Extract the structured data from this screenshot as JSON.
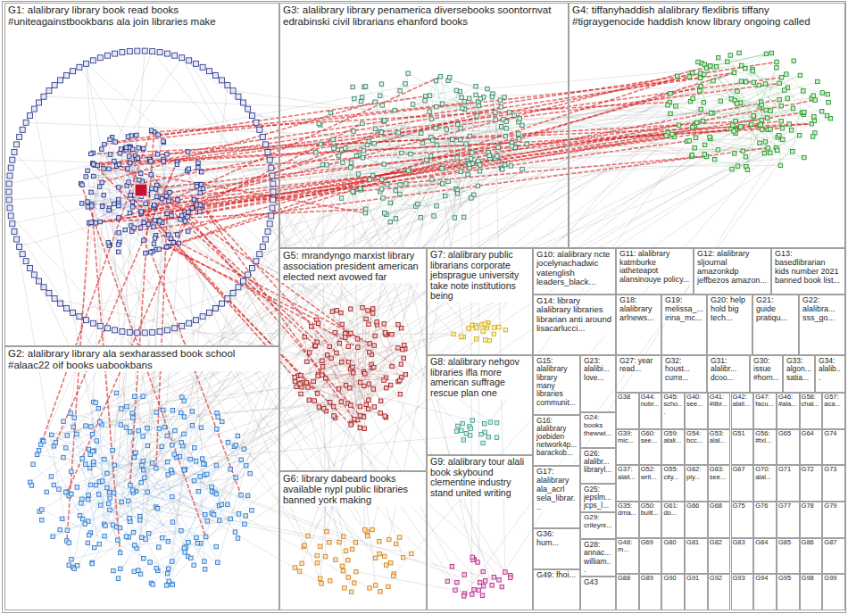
{
  "diagram": {
    "nodes": [
      {
        "text": [
          "G1: alalibrary library book read books #uniteagainstbookbans ala join libraries make"
        ]
      },
      {
        "text": [
          "G2: alalibrary library ala sexharassed book school #alaac22 oif books uabookbans"
        ]
      },
      {
        "text": [
          "G3: alalibrary library penamerica diversebooks soontornvat edrabinski civil librarians ehanford books"
        ]
      },
      {
        "text": [
          "G4: tiffanyhaddish alalibrary flexlibris tiffany #tigraygenocide haddish know library ongoing called"
        ]
      },
      {
        "text": [
          "G5: mrandyngo marxist library association president american elected next avowed far"
        ]
      },
      {
        "text": [
          "G6: library dabeard books available nypl public libraries banned york making"
        ]
      },
      {
        "text": [
          "G7: alalibrary public librarians corporate jebsprague university take note institutions being"
        ]
      },
      {
        "text": [
          "G8: alalibrary nehgov libraries ifla more american suffrage rescue plan one"
        ]
      },
      {
        "text": [
          "G9: alalibrary tour alali book skybound clementine industry stand united writing"
        ]
      },
      {
        "text": [
          "G10: alalibrary ncte jocelynachadwic vatenglish leaders_black..."
        ]
      },
      {
        "text": [
          "G11: alalibrary katmburke iatheteapot alansinouye policy..."
        ]
      },
      {
        "text": [
          "G12: alalibrary sljournal amazonkdp jeffbezos amazon..."
        ]
      },
      {
        "text": [
          "G13: basedlibrarian kids number 2021 banned book list..."
        ]
      },
      {
        "text": [
          "G14: library alalibrary libraries librarian anti around lisacarlucci..."
        ]
      },
      {
        "text": [
          "G18: alalibrary arlnews..."
        ]
      },
      {
        "text": [
          "G19: melissa_... irina_mc..."
        ]
      },
      {
        "text": [
          "G20: help hold big tech..."
        ]
      },
      {
        "text": [
          "G21: guide pratiqu..."
        ]
      },
      {
        "text": [
          "G22: alalibra... sss_go..."
        ]
      },
      {
        "text": [
          "G15: alalibrary library many libraries communit..."
        ]
      },
      {
        "text": [
          "G23: alalibi... love..."
        ]
      },
      {
        "text": [
          "G16: alalibrary joebiden network4p... barackob..."
        ]
      },
      {
        "text": [
          "G17: alalibrary ala_acrl sela_librar..."
        ]
      },
      {
        "text": [
          "G24: books thewwi..."
        ]
      },
      {
        "text": [
          "G26: alalibr... libraryl..."
        ]
      },
      {
        "text": [
          "G25: jepslm... jcps_l..."
        ]
      },
      {
        "text": [
          "G29: crileyni..."
        ]
      },
      {
        "text": [
          "G28: annac... william..."
        ]
      },
      {
        "text": [
          "G43"
        ]
      },
      {
        "text": [
          "G36: hum..."
        ]
      },
      {
        "text": [
          "G49: fhoi..."
        ]
      },
      {
        "text": [
          "G27: year read..."
        ]
      },
      {
        "text": [
          "G32: houst... curre..."
        ]
      },
      {
        "text": [
          "G31: alalibr... dcoo..."
        ]
      },
      {
        "text": [
          "G30: issue #horn..."
        ]
      },
      {
        "text": [
          "G33: algon... satia..."
        ]
      },
      {
        "text": [
          "G34: alalib..."
        ]
      },
      {
        "text": [
          "G38"
        ]
      },
      {
        "text": [
          "G44: nobr..."
        ]
      },
      {
        "text": [
          "G45: scho..."
        ]
      },
      {
        "text": [
          "G40: see..."
        ]
      },
      {
        "text": [
          "G41: #libr..."
        ]
      },
      {
        "text": [
          "G42: alali..."
        ]
      },
      {
        "text": [
          "G47: facu..."
        ]
      },
      {
        "text": [
          "G46: #ala..."
        ]
      },
      {
        "text": [
          "G58: chal..."
        ]
      },
      {
        "text": [
          "G57: aca..."
        ]
      },
      {
        "text": [
          "G39: mic..."
        ]
      },
      {
        "text": [
          "G60: see..."
        ]
      },
      {
        "text": [
          "G59: alali..."
        ]
      },
      {
        "text": [
          "G54: bcc..."
        ]
      },
      {
        "text": [
          "G53: alal..."
        ]
      },
      {
        "text": [
          "G51"
        ]
      },
      {
        "text": [
          "G56: #txl..."
        ]
      },
      {
        "text": [
          "G65"
        ]
      },
      {
        "text": [
          "G64"
        ]
      },
      {
        "text": [
          "G74"
        ]
      },
      {
        "text": [
          "G37: alali..."
        ]
      },
      {
        "text": [
          "G52: writ..."
        ]
      },
      {
        "text": [
          "G55: city..."
        ]
      },
      {
        "text": [
          "G62: ply..."
        ]
      },
      {
        "text": [
          "G63: see..."
        ]
      },
      {
        "text": [
          "G67"
        ]
      },
      {
        "text": [
          "G70: alal..."
        ]
      },
      {
        "text": [
          "G71"
        ]
      },
      {
        "text": [
          "G72"
        ]
      },
      {
        "text": [
          "G73"
        ]
      },
      {
        "text": [
          "G35: dma..."
        ]
      },
      {
        "text": [
          "G50: built..."
        ]
      },
      {
        "text": [
          "G61: do..."
        ]
      },
      {
        "text": [
          "G66"
        ]
      },
      {
        "text": [
          "G68"
        ]
      },
      {
        "text": [
          "G75"
        ]
      },
      {
        "text": [
          "G76"
        ]
      },
      {
        "text": [
          "G77"
        ]
      },
      {
        "text": [
          "G78"
        ]
      },
      {
        "text": [
          "G79"
        ]
      },
      {
        "text": [
          "G48: m..."
        ]
      },
      {
        "text": [
          "G69"
        ]
      },
      {
        "text": [
          "G80"
        ]
      },
      {
        "text": [
          "G81"
        ]
      },
      {
        "text": [
          "G82"
        ]
      },
      {
        "text": [
          "G83"
        ]
      },
      {
        "text": [
          "G84"
        ]
      },
      {
        "text": [
          "G85"
        ]
      },
      {
        "text": [
          "G86"
        ]
      },
      {
        "text": [
          "G87"
        ]
      },
      {
        "text": [
          "G88"
        ]
      },
      {
        "text": [
          "G89"
        ]
      },
      {
        "text": [
          "G90"
        ]
      },
      {
        "text": [
          "G91"
        ]
      },
      {
        "text": [
          "G92"
        ]
      },
      {
        "text": [
          "G93"
        ]
      },
      {
        "text": [
          "G94"
        ]
      },
      {
        "text": [
          "G95"
        ]
      },
      {
        "text": [
          "G98"
        ]
      },
      {
        "text": [
          "G99"
        ]
      }
    ]
  }
}
